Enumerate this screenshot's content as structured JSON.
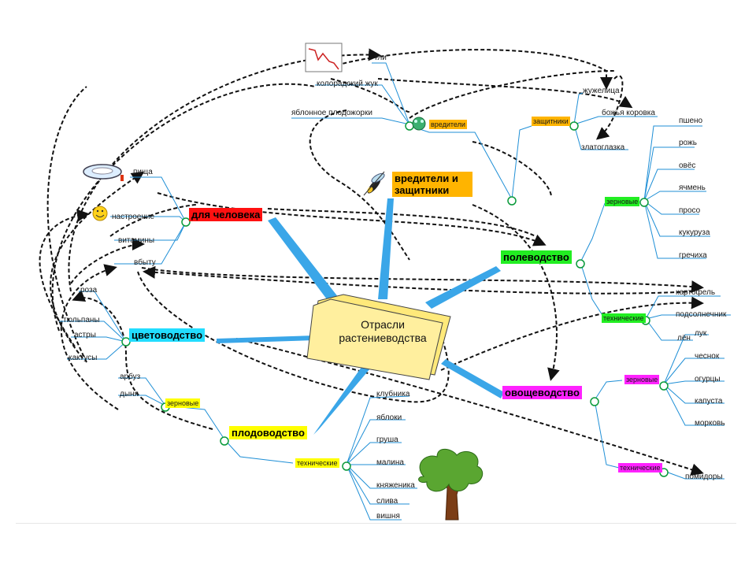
{
  "center": {
    "line1": "Отрасли",
    "line2": "растениеводства"
  },
  "colors": {
    "branch": "#3aa6e8",
    "leaf_line": "#1f8fd6",
    "connector": "#111111",
    "red_tag": "#ff1111",
    "orange_tag": "#ffb400",
    "green_tag": "#22ee22",
    "cyan_tag": "#22ddff",
    "yellow_tag": "#ffff00",
    "magenta_tag": "#ff22ff",
    "folder": "#ffef9e"
  },
  "branches": {
    "person": "для человека",
    "pests": "вредители и защитники",
    "field": "полеводство",
    "flower": "цветоводство",
    "fruit": "плодоводство",
    "veg": "овощеводство"
  },
  "person_items": [
    "пища",
    "настроение",
    "витамины",
    "вбыту"
  ],
  "pests_sub": {
    "pests": "вредители",
    "protectors": "защитники"
  },
  "pests_items": [
    "тли",
    "колорадский жук",
    "яблонное плодожорки"
  ],
  "protectors_items": [
    "жужелица",
    "божья коровка",
    "златоглазка"
  ],
  "field_sub": {
    "grain": "зерновые",
    "tech": "технические"
  },
  "field_grain_items": [
    "пшено",
    "рожь",
    "овёс",
    "ячмень",
    "просо",
    "кукуруза",
    "гречиха"
  ],
  "field_tech_items": [
    "картофель",
    "подсолнечник",
    "лён"
  ],
  "flower_items": [
    "роза",
    "тюльпаны",
    "астры",
    "кактусы"
  ],
  "fruit_sub": {
    "grain": "зерновые",
    "tech": "технические"
  },
  "fruit_grain_items": [
    "арбуз",
    "дыня"
  ],
  "fruit_tech_items": [
    "клубника",
    "яблоки",
    "груша",
    "малина",
    "княженика",
    "слива",
    "вишня"
  ],
  "veg_sub": {
    "grain": "зерновые",
    "tech": "технические"
  },
  "veg_grain_items": [
    "лук",
    "чеснок",
    "огурцы",
    "капуста",
    "морковь"
  ],
  "veg_tech_items": [
    "помидоры"
  ],
  "icons": [
    "plate-icon",
    "smiley-icon",
    "bug-icon",
    "mosquito-icon",
    "chart-icon",
    "tree-icon"
  ]
}
